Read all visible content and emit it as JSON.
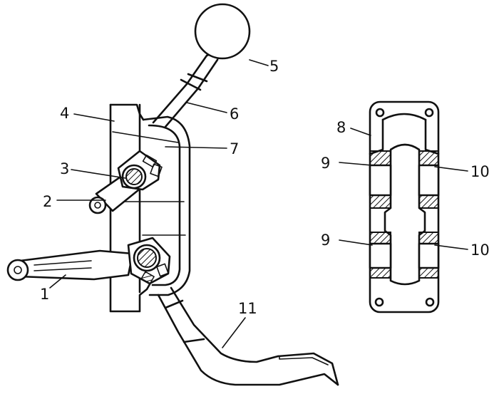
{
  "labels": {
    "l1": "1",
    "l2": "2",
    "l3": "3",
    "l4": "4",
    "l5": "5",
    "l6": "6",
    "l7": "7",
    "l8": "8",
    "l9a": "9",
    "l9b": "9",
    "l10a": "10",
    "l10b": "10",
    "l11": "11"
  }
}
